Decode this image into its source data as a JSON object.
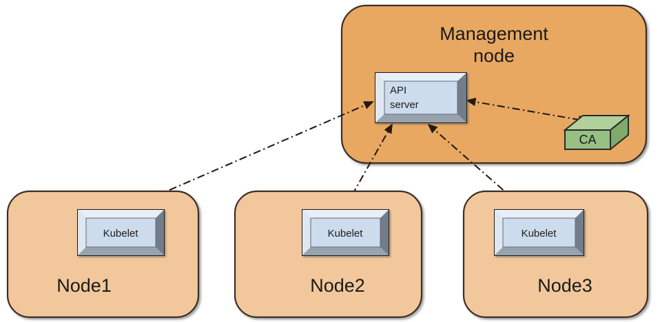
{
  "diagram": {
    "title_visible": false,
    "colors": {
      "mgmt_node_fill": "#e8a862",
      "worker_node_fill": "#f2c79b",
      "node_stroke": "#3b2f26",
      "kubelet_face": "#cfdcea",
      "kubelet_bevel_light": "#e8eef5",
      "kubelet_bevel_dark": "#7e8793",
      "kubelet_bevel_mid": "#a9b3be",
      "kubelet_stroke": "#1a1a1a",
      "ca_front": "#97c083",
      "ca_top": "#b0d09c",
      "ca_side": "#7ea96c",
      "ca_stroke": "#2a2a2a",
      "connector": "#2b2118",
      "text": "#1a1a1a",
      "canvas": "#ffffff"
    },
    "management_node": {
      "label_line1": "Management",
      "label_line2": "node",
      "api_server": {
        "label_line1": "API",
        "label_line2": "server"
      },
      "ca": {
        "label": "CA"
      }
    },
    "worker_nodes": [
      {
        "label": "Node1",
        "inner_label": "Kubelet"
      },
      {
        "label": "Node2",
        "inner_label": "Kubelet"
      },
      {
        "label": "Node3",
        "inner_label": "Kubelet"
      }
    ],
    "connectors": [
      {
        "from": "api-server",
        "to": "node1-kubelet",
        "style": "dash-dot",
        "arrow": "to-kubelet"
      },
      {
        "from": "node2-kubelet",
        "to": "api-server",
        "style": "dash-dot",
        "arrow": "both"
      },
      {
        "from": "api-server",
        "to": "node3-kubelet",
        "style": "dash-dot",
        "arrow": "both"
      },
      {
        "from": "api-server",
        "to": "ca",
        "style": "dash-dot",
        "arrow": "to-ca"
      }
    ]
  }
}
